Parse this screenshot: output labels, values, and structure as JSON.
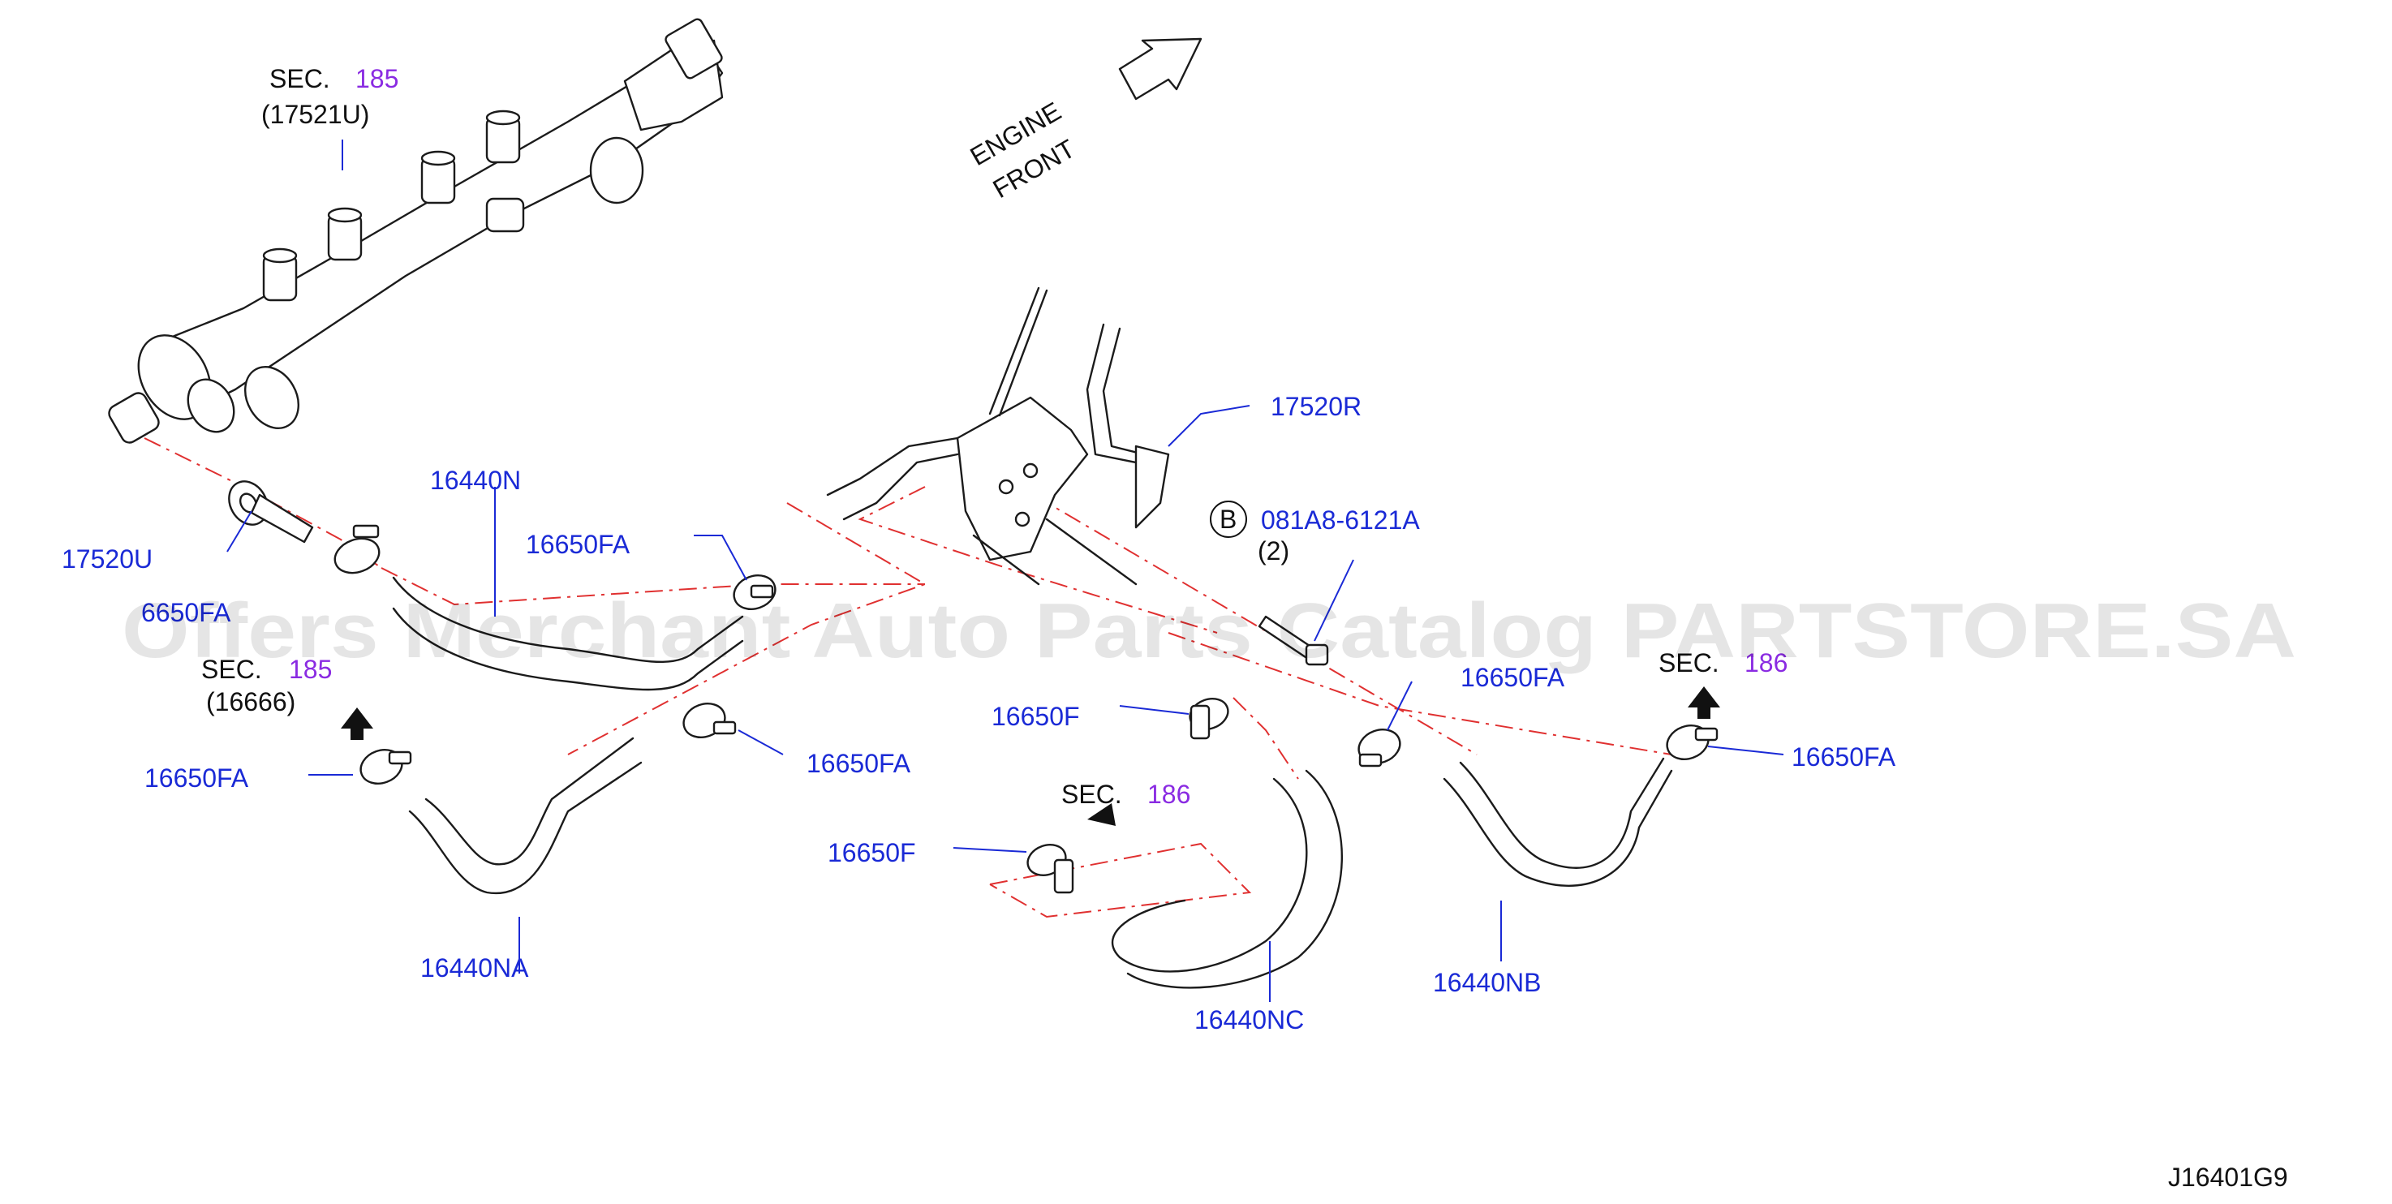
{
  "figure_code": "J16401G9",
  "watermark": "Offers Merchant Auto Parts Catalog PARTSTORE.SA",
  "engine_front": {
    "line1": "ENGINE",
    "line2": "FRONT"
  },
  "sec_refs": [
    {
      "prefix": "SEC.",
      "number": "185",
      "sub": "(17521U)"
    },
    {
      "prefix": "SEC.",
      "number": "185",
      "sub": "(16666)"
    },
    {
      "prefix": "SEC.",
      "number": "186"
    },
    {
      "prefix": "SEC.",
      "number": "186"
    }
  ],
  "parts": {
    "p17520U": "17520U",
    "p16440N": "16440N",
    "p16650FA_a": "16650FA",
    "p16650FA_b": "16650FA",
    "p16650FA_c": "16650FA",
    "p16650FA_d": "16650FA",
    "p16650FA_e": "16650FA",
    "p16650F_a": "16650F",
    "p16650F_b": "16650F",
    "p16440NA": "16440NA",
    "p16440NB": "16440NB",
    "p16440NC": "16440NC",
    "p17520R": "17520R",
    "bolt_marker": "B",
    "bolt_part": "081A8-6121A",
    "bolt_qty": "(2)",
    "partial_label": "6650FA"
  },
  "colors": {
    "part_number": "#1a2ad6",
    "section_number": "#8a2be2",
    "dash_line": "#e03030"
  }
}
